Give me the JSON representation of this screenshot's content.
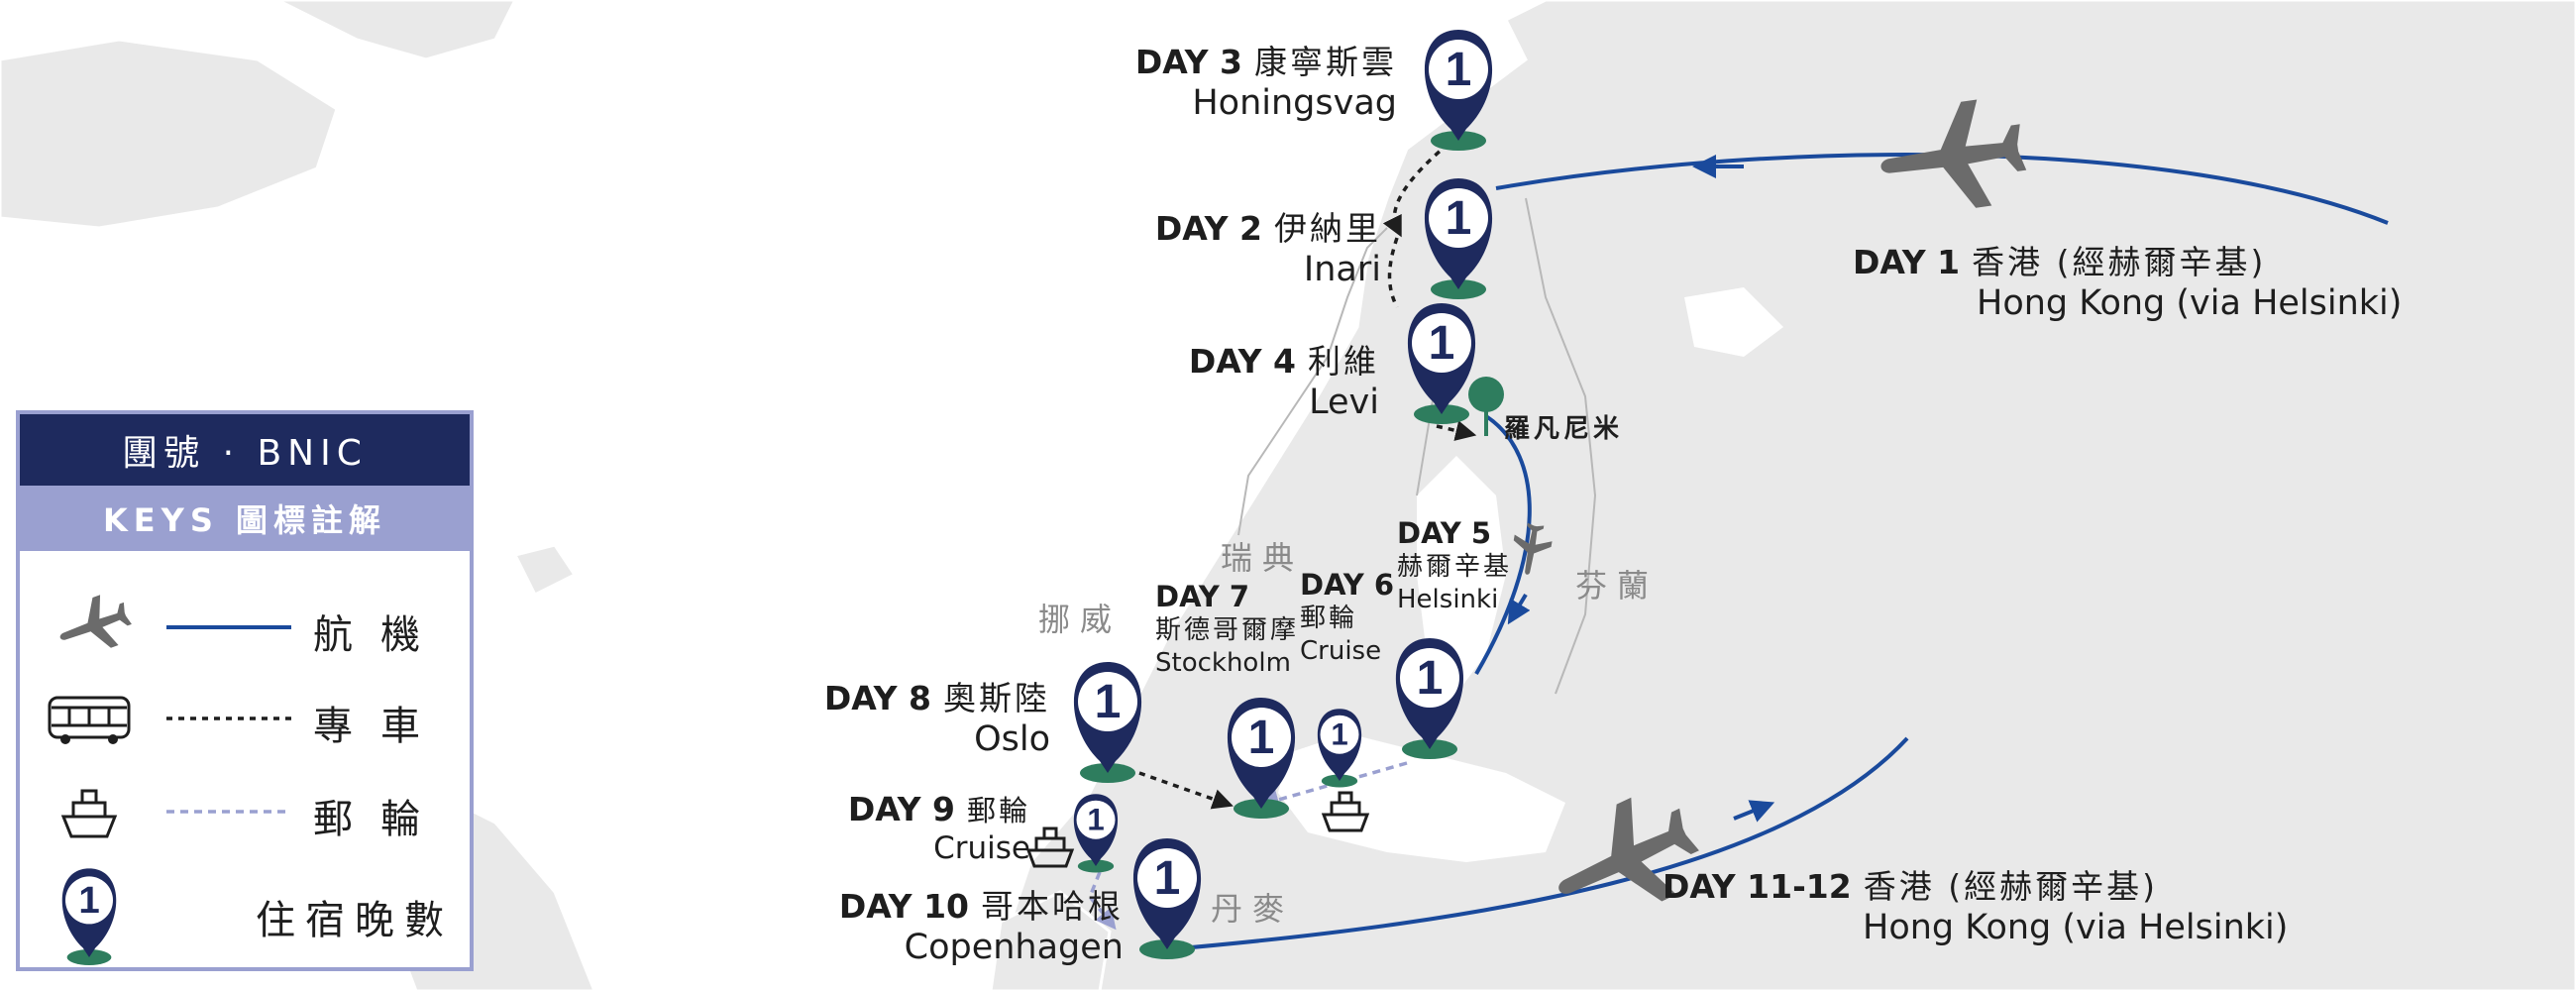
{
  "colors": {
    "route_flight": "#1a4a9c",
    "pin": "#1e2a5e",
    "pin_base": "#2e7d5e",
    "land": "#e8e8e8",
    "cruise": "#9aa0d0"
  },
  "legend": {
    "tour_code": "團號 · BNIC",
    "keys_title": "KEYS 圖標註解",
    "items": [
      {
        "icon": "plane-icon",
        "label": "航機"
      },
      {
        "icon": "bus-icon",
        "label": "專車"
      },
      {
        "icon": "ship-icon",
        "label": "郵輪"
      },
      {
        "icon": "pin-icon",
        "pin_number": "1",
        "label": "住宿晚數"
      }
    ]
  },
  "stops": [
    {
      "day": "DAY 1",
      "zh": "香港 (經赫爾辛基)",
      "en": "Hong Kong (via Helsinki)"
    },
    {
      "day": "DAY 2",
      "zh": "伊納里",
      "en": "Inari",
      "nights": "1"
    },
    {
      "day": "DAY 3",
      "zh": "康寧斯雲",
      "en": "Honingsvag",
      "nights": "1"
    },
    {
      "day": "DAY 4",
      "zh": "利維",
      "en": "Levi",
      "nights": "1"
    },
    {
      "day": "DAY 5",
      "zh": "赫爾辛基",
      "en": "Helsinki",
      "nights": "1"
    },
    {
      "day": "DAY 6",
      "zh": "郵輪",
      "en": "Cruise",
      "nights": "1"
    },
    {
      "day": "DAY 7",
      "zh": "斯德哥爾摩",
      "en": "Stockholm",
      "nights": "1"
    },
    {
      "day": "DAY 8",
      "zh": "奧斯陸",
      "en": "Oslo",
      "nights": "1"
    },
    {
      "day": "DAY 9",
      "zh": "郵輪",
      "en": "Cruise",
      "nights": "1"
    },
    {
      "day": "DAY 10",
      "zh": "哥本哈根",
      "en": "Copenhagen",
      "nights": "1"
    },
    {
      "day": "DAY 11-12",
      "zh": "香港 (經赫爾辛基)",
      "en": "Hong Kong (via Helsinki)"
    }
  ],
  "places": {
    "rovaniemi": "羅凡尼米"
  },
  "countries": {
    "sweden": "瑞典",
    "norway": "挪威",
    "finland": "芬蘭",
    "denmark": "丹麥"
  }
}
